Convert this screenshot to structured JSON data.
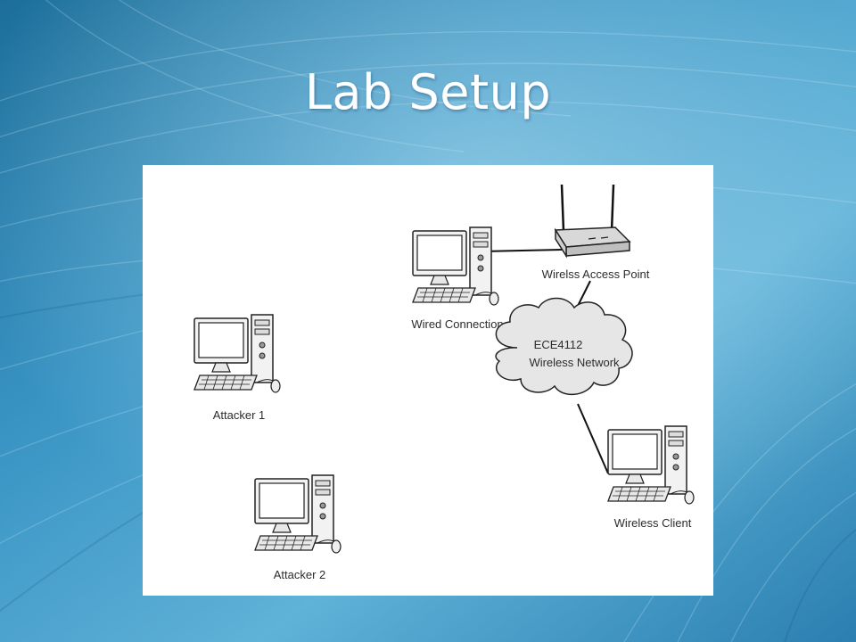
{
  "slide": {
    "title": "Lab Setup"
  },
  "diagram": {
    "nodes": {
      "access_point": "Wirelss Access Point",
      "wired": "Wired Connection",
      "network_line1": "ECE4112",
      "network_line2": "Wireless Network",
      "client": "Wireless Client",
      "attacker1": "Attacker 1",
      "attacker2": "Attacker 2"
    }
  }
}
